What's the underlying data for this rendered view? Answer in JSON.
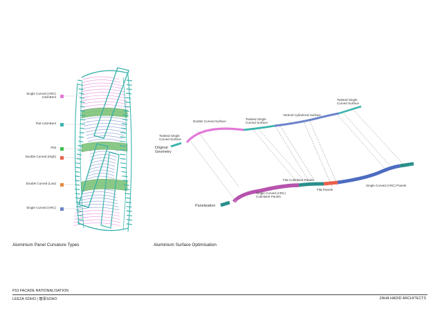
{
  "left_diagram": {
    "caption": "Aluminium Panel Curvature Types",
    "legend": [
      {
        "line1": "Single Curved (ARC)",
        "line2": "Cold-Bent",
        "color": "#e27ad8"
      },
      {
        "line1": "Flat Cold-Bent",
        "line2": "",
        "color": "#3bb3ad"
      },
      {
        "line1": "Flat",
        "line2": "",
        "color": "#3ebd4a"
      },
      {
        "line1": "Double Curved (High)",
        "line2": "",
        "color": "#e9604a"
      },
      {
        "line1": "Double Curved (Low)",
        "line2": "",
        "color": "#e98a3c"
      },
      {
        "line1": "Single Curved (ARC)",
        "line2": "",
        "color": "#6b83c8"
      }
    ]
  },
  "right_diagram": {
    "caption": "Aluminium Surface Optimisation",
    "original_geometry_line1": "Original",
    "original_geometry_line2": "Geometry",
    "panelization": "Panelization",
    "top_labels": {
      "twisted_left_1": "Twisted Single",
      "twisted_left_2": "Curved Surface",
      "double_curved": "Double Curved Surface",
      "twisted_mid_1": "Twisted Single",
      "twisted_mid_2": "Curved Surface",
      "vertical_cyl": "Vertical Cylindrical Surface",
      "twisted_right_1": "Twisted Single",
      "twisted_right_2": "Curved Surface"
    },
    "bottom_labels": {
      "flat_cold_bent": "Flat Cold-Bent Panels",
      "flat_panels": "Flat Panels",
      "single_arc_cold_1": "Single Curved (ARC)",
      "single_arc_cold_2": "Cold-Bent Panels",
      "single_arc": "Single Curved (ARC) Panels"
    }
  },
  "footer": {
    "title": "F53 FACADE RATIONALISATION",
    "project": "LEEZA SOHO | 丽泽SOHO",
    "firm": "ZAHA HADID ARCHITECTS"
  },
  "colors": {
    "teal": "#3bb3ad",
    "pink": "#e27ad8",
    "blue": "#6b83c8",
    "green": "#7fc47a",
    "orange": "#e9604a"
  }
}
